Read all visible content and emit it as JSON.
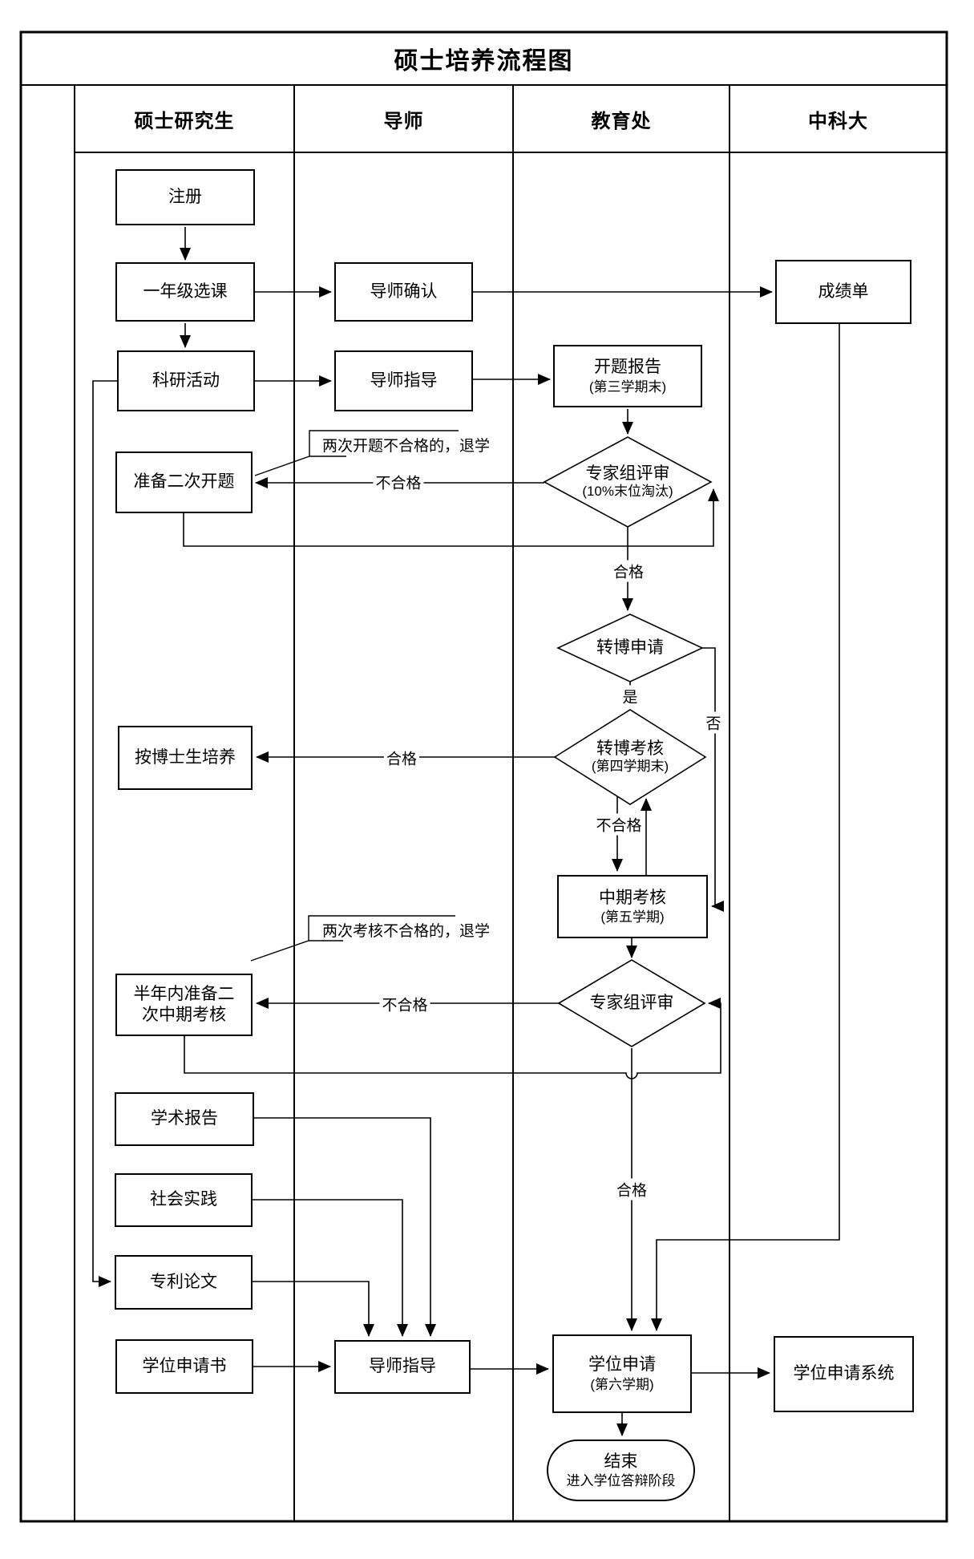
{
  "title": "硕士培养流程图",
  "lanes": [
    {
      "label": "硕士研究生"
    },
    {
      "label": "导师"
    },
    {
      "label": "教育处"
    },
    {
      "label": "中科大"
    }
  ],
  "nodes": {
    "register": {
      "label": "注册"
    },
    "first_year_course": {
      "label": "一年级选课"
    },
    "advisor_confirm": {
      "label": "导师确认"
    },
    "transcript": {
      "label": "成绩单"
    },
    "research_activity": {
      "label": "科研活动"
    },
    "advisor_guidance_1": {
      "label": "导师指导"
    },
    "opening_report": {
      "label": "开题报告",
      "sublabel": "(第三学期末)"
    },
    "expert_review_1": {
      "label": "专家组评审",
      "sublabel": "(10%末位淘汰)"
    },
    "second_opening": {
      "label": "准备二次开题"
    },
    "phd_transfer_apply": {
      "label": "转博申请"
    },
    "phd_transfer_exam": {
      "label": "转博考核",
      "sublabel": "(第四学期末)"
    },
    "train_as_phd": {
      "label": "按博士生培养"
    },
    "midterm_exam": {
      "label": "中期考核",
      "sublabel": "(第五学期)"
    },
    "expert_review_2": {
      "label": "专家组评审"
    },
    "second_midterm": {
      "label": "半年内准备二",
      "label2": "次中期考核"
    },
    "academic_report": {
      "label": "学术报告"
    },
    "social_practice": {
      "label": "社会实践"
    },
    "patent_paper": {
      "label": "专利论文"
    },
    "degree_application_form": {
      "label": "学位申请书"
    },
    "advisor_guidance_2": {
      "label": "导师指导"
    },
    "degree_application": {
      "label": "学位申请",
      "sublabel": "(第六学期)"
    },
    "degree_application_system": {
      "label": "学位申请系统"
    },
    "end": {
      "label": "结束",
      "sublabel": "进入学位答辩阶段"
    }
  },
  "notes": {
    "opening_fail": {
      "label": "两次开题不合格的，退学"
    },
    "midterm_fail": {
      "label": "两次考核不合格的，退学"
    }
  },
  "edge_labels": {
    "fail_1": "不合格",
    "pass_1": "合格",
    "yes": "是",
    "no": "否",
    "pass_2": "合格",
    "fail_2": "不合格",
    "fail_3": "不合格",
    "pass_3": "合格"
  },
  "colors": {
    "line": "#000000",
    "background": "#ffffff",
    "text": "#000000"
  }
}
